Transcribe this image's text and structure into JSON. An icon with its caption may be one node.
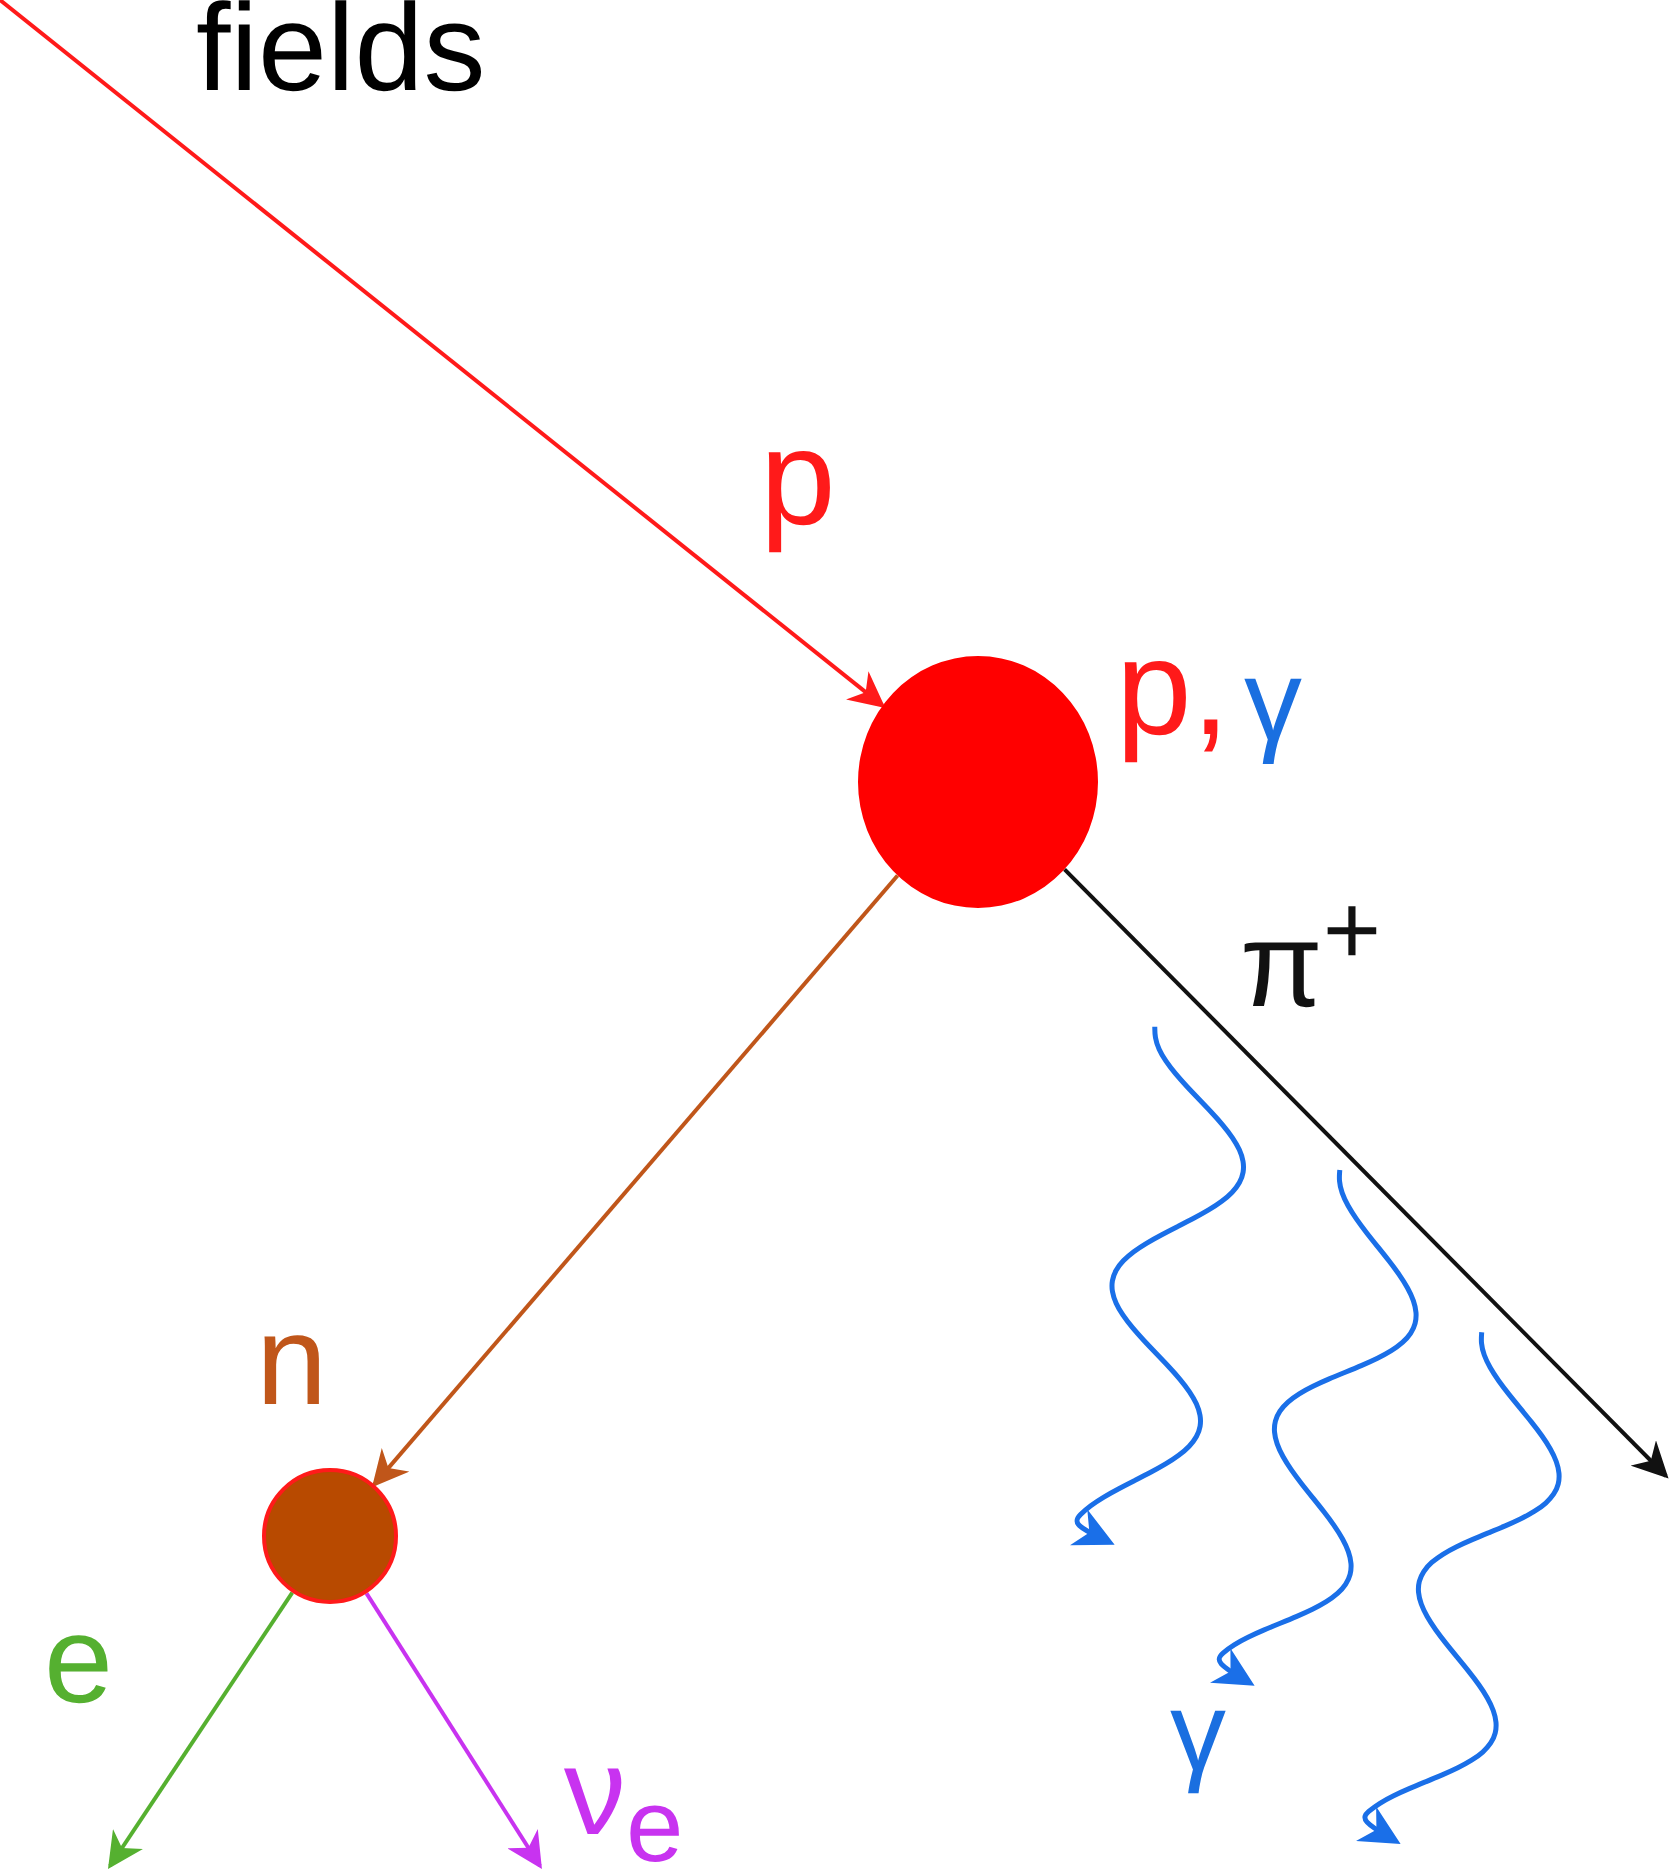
{
  "diagram": {
    "nodes": [
      {
        "text": [],
        "shape": "circle",
        "beside": [
          "p,",
          "γ"
        ]
      },
      {
        "text": [],
        "shape": "circle",
        "beside": [
          "n"
        ]
      }
    ],
    "edges": [
      {
        "from": null,
        "to": 0,
        "arrow": "to",
        "label": "p",
        "color": "#ff1a1a"
      },
      {
        "from": 0,
        "to": null,
        "arrow": "to",
        "label": "π$^{+}$",
        "color": "#111111"
      },
      {
        "from": 0,
        "to": 1,
        "arrow": "to",
        "color": "#c0561a"
      },
      {
        "from": 1,
        "to": null,
        "arrow": "to",
        "label": "e",
        "color": "#55b030"
      },
      {
        "from": 1,
        "to": null,
        "arrow": "to",
        "label": "ν$_{e}$",
        "color": "#c833f0"
      }
    ],
    "labels": [
      "fields",
      "γ"
    ]
  }
}
